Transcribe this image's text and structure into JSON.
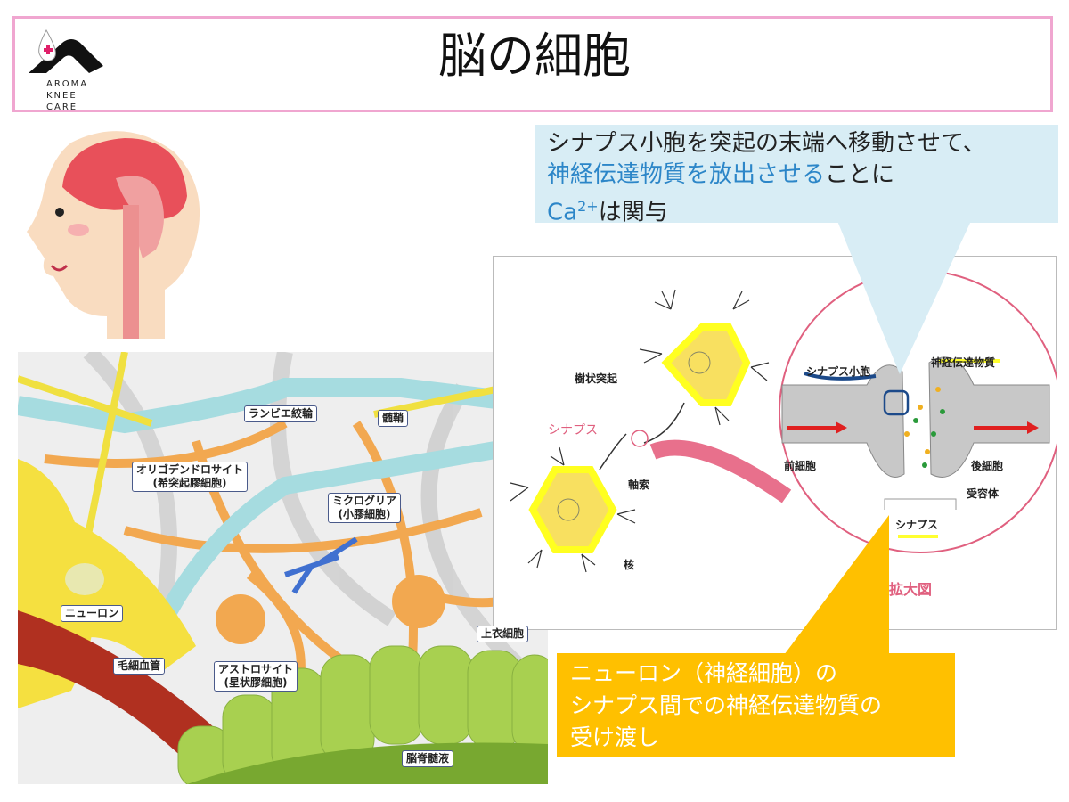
{
  "slide": {
    "title": "脳の細胞",
    "logo": {
      "lines": [
        "AROMA",
        "KNEE",
        "CARE"
      ]
    }
  },
  "cell_illustration": {
    "labels": {
      "ranvier": "ランビエ絞輪",
      "myelin": "髄鞘",
      "oligodendrocyte": "オリゴデンドロサイト",
      "oligodendrocyte_jp": "(希突起膠細胞)",
      "microglia": "ミクログリア",
      "microglia_jp": "(小膠細胞)",
      "neuron": "ニューロン",
      "capillary": "毛細血管",
      "astrocyte": "アストロサイト",
      "astrocyte_jp": "(星状膠細胞)",
      "ependymal": "上衣細胞",
      "csf": "脳脊髄液"
    }
  },
  "synapse_diagram": {
    "labels": {
      "dendrite": "樹状突起",
      "synapse_pink": "シナプス",
      "axon": "軸索",
      "nucleus": "核",
      "vesicle": "シナプス小胞",
      "neurotransmitter": "神経伝達物質",
      "pre_cell": "前細胞",
      "post_cell": "後細胞",
      "receptor": "受容体",
      "synapse": "シナプス",
      "magnified": "拡大図"
    }
  },
  "callouts": {
    "blue": {
      "line1": "シナプス小胞を突起の末端へ移動させて、",
      "line2_highlight": "神経伝達物質を放出させる",
      "line2_rest": "ことに",
      "line3_ca": "Ca",
      "line3_sup": "2+",
      "line3_rest": "は関与"
    },
    "orange": {
      "line1": "ニューロン（神経細胞）の",
      "line2": "シナプス間での神経伝達物質の",
      "line3": "受け渡し"
    }
  },
  "colors": {
    "title_border": "#f0a6d0",
    "blue_callout": "#d8edf5",
    "orange_callout": "#ffc000",
    "highlight_blue": "#2c86c8",
    "pink": "#e0607f"
  }
}
